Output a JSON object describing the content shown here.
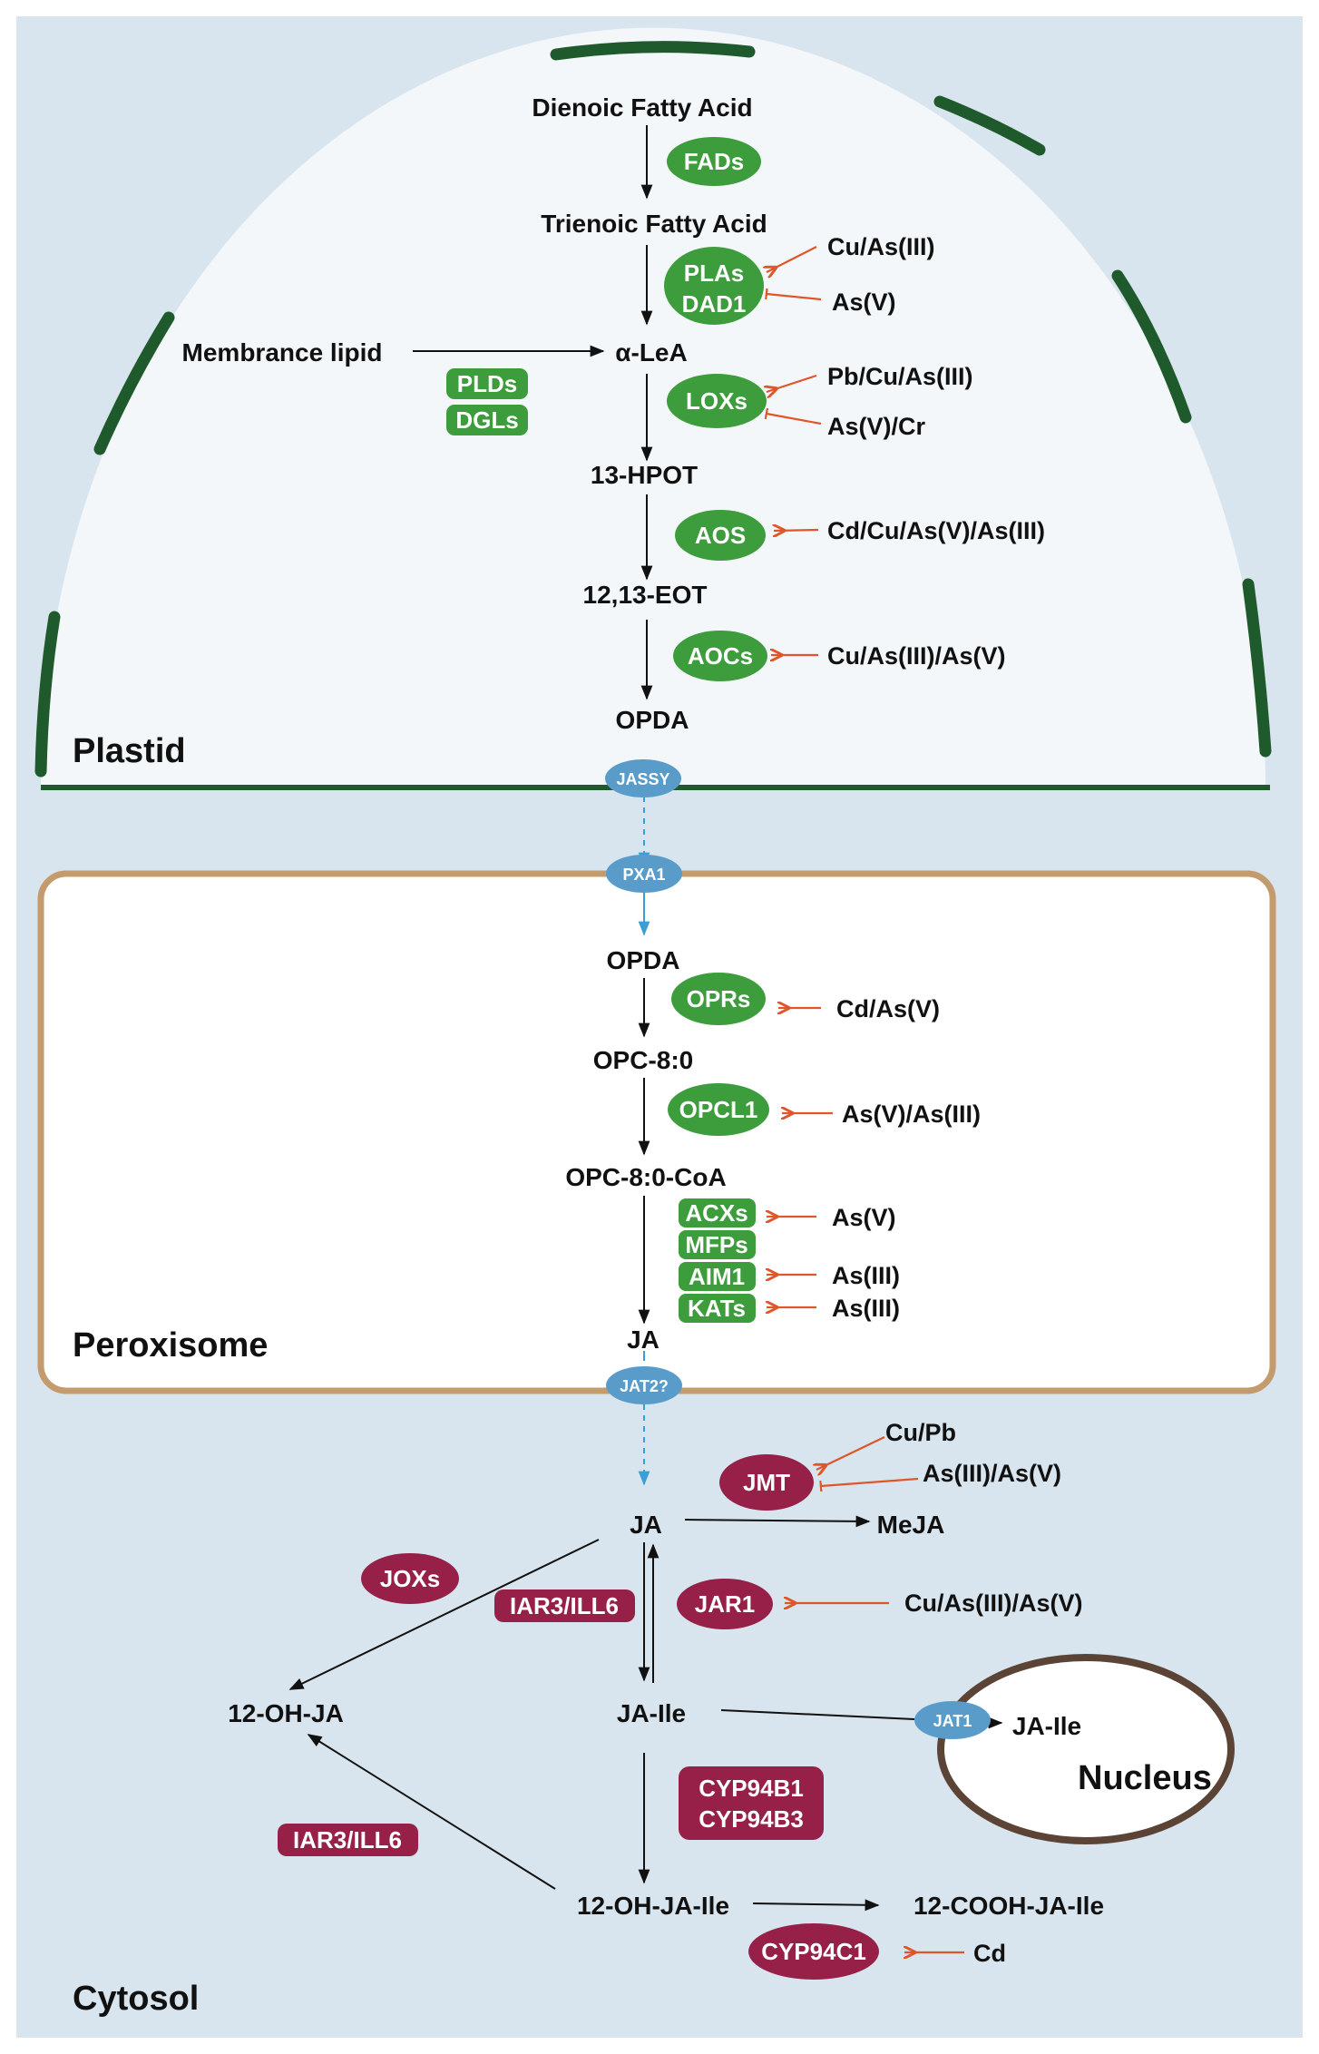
{
  "colors": {
    "cytosol": "#d8e5ee",
    "plastid_fill": "#f3f7fa",
    "plastid_border": "#1f5a2c",
    "peroxisome_border": "#c49b6c",
    "peroxisome_fill": "#ffffff",
    "enzyme_green": "#3d9c3c",
    "enzyme_crimson": "#962047",
    "transporter_blue": "#5a9cc9",
    "metal_arrow": "#e0562b",
    "nucleus_border": "#5b4336"
  },
  "regions": {
    "plastid": "Plastid",
    "peroxisome": "Peroxisome",
    "cytosol": "Cytosol",
    "nucleus": "Nucleus"
  },
  "compounds": {
    "dienoic": "Dienoic  Fatty  Acid",
    "trienoic": "Trienoic  Fatty  Acid",
    "membrane": "Membrance  lipid",
    "alele": "α-LeA",
    "hpot": "13-HPOT",
    "eot": "12,13-EOT",
    "opda_plastid": "OPDA",
    "opda_perox": "OPDA",
    "opc80": "OPC-8:0",
    "opc80coa": "OPC-8:0-CoA",
    "ja_perox": "JA",
    "ja_cyto": "JA",
    "meja": "MeJA",
    "ohja": "12-OH-JA",
    "jaile": "JA-Ile",
    "jaile_nucleus": "JA-Ile",
    "ohjaile": "12-OH-JA-Ile",
    "coohjaile": "12-COOH-JA-Ile"
  },
  "enzymes": {
    "fads": "FADs",
    "plas": "PLAs",
    "dad1": "DAD1",
    "plds": "PLDs",
    "dgls": "DGLs",
    "loxs": "LOXs",
    "aos": "AOS",
    "aocs": "AOCs",
    "oprs": "OPRs",
    "opcl1": "OPCL1",
    "acxs": "ACXs",
    "mfps": "MFPs",
    "aim1": "AIM1",
    "kats": "KATs",
    "jmt": "JMT",
    "joxs": "JOXs",
    "iar3_a": "IAR3/ILL6",
    "jar1": "JAR1",
    "cyp94b1": "CYP94B1",
    "cyp94b3": "CYP94B3",
    "iar3_b": "IAR3/ILL6",
    "cyp94c1": "CYP94C1"
  },
  "transporters": {
    "jassy": "JASSY",
    "pxa1": "PXA1",
    "jat2": "JAT2?",
    "jat1": "JAT1"
  },
  "metals": {
    "plas_up": "Cu/As(III)",
    "plas_down": "As(V)",
    "loxs_up": "Pb/Cu/As(III)",
    "loxs_down": "As(V)/Cr",
    "aos": "Cd/Cu/As(V)/As(III)",
    "aocs": "Cu/As(III)/As(V)",
    "oprs": "Cd/As(V)",
    "opcl1": "As(V)/As(III)",
    "acxs": "As(V)",
    "aim1": "As(III)",
    "kats": "As(III)",
    "jmt_up": "Cu/Pb",
    "jmt_down": "As(III)/As(V)",
    "jar1": "Cu/As(III)/As(V)",
    "cyp94c1": "Cd"
  }
}
